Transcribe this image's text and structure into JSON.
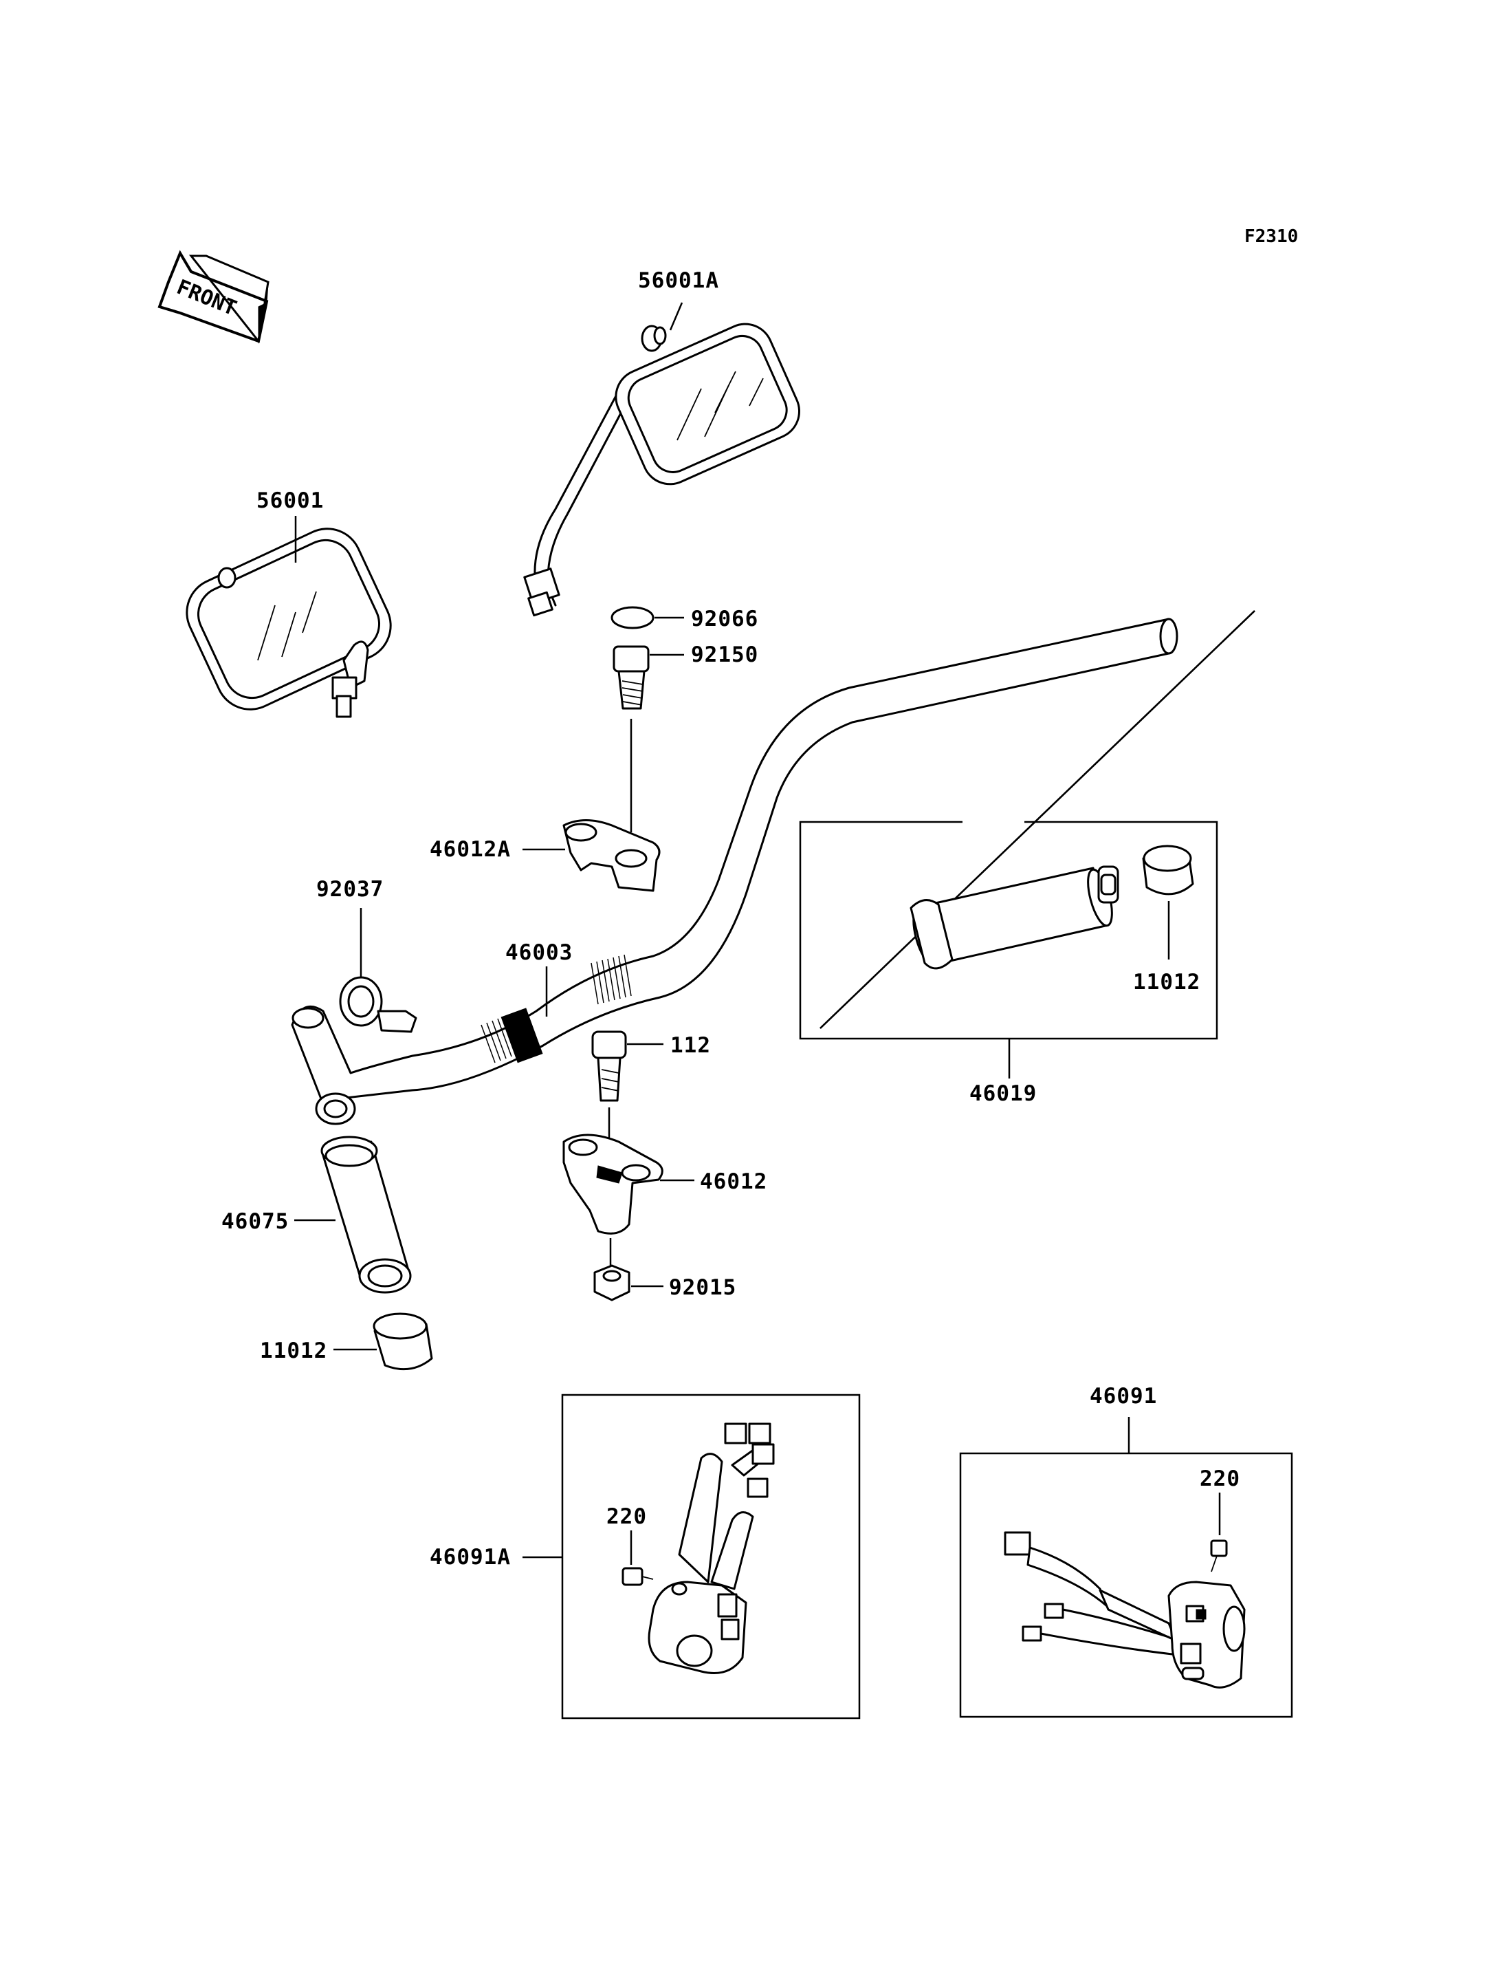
{
  "diagram": {
    "ref_code": "F2310",
    "front_label": "FRONT",
    "parts": {
      "mirror_right": "56001A",
      "mirror_left": "56001",
      "cap": "92066",
      "bolt_upper": "92150",
      "holder_upper": "46012A",
      "clamp": "92037",
      "handlebar": "46003",
      "bolt_lower": "112",
      "holder_lower": "46012",
      "nut": "92015",
      "grip_left": "46075",
      "weight_left": "11012",
      "weight_right": "11012",
      "throttle_grip": "46019",
      "switch_left": "46091A",
      "screw_left": "220",
      "switch_right": "46091",
      "screw_right": "220"
    }
  }
}
